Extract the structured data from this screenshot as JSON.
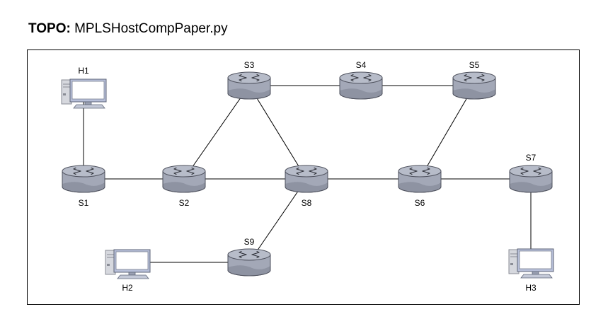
{
  "title": {
    "prefix": "TOPO:",
    "filename": "MPLSHostCompPaper.py"
  },
  "nodes": [
    {
      "id": "H1",
      "kind": "host",
      "label": "H1"
    },
    {
      "id": "H2",
      "kind": "host",
      "label": "H2"
    },
    {
      "id": "H3",
      "kind": "host",
      "label": "H3"
    },
    {
      "id": "S1",
      "kind": "switch",
      "label": "S1"
    },
    {
      "id": "S2",
      "kind": "switch",
      "label": "S2"
    },
    {
      "id": "S3",
      "kind": "switch",
      "label": "S3"
    },
    {
      "id": "S4",
      "kind": "switch",
      "label": "S4"
    },
    {
      "id": "S5",
      "kind": "switch",
      "label": "S5"
    },
    {
      "id": "S6",
      "kind": "switch",
      "label": "S6"
    },
    {
      "id": "S7",
      "kind": "switch",
      "label": "S7"
    },
    {
      "id": "S8",
      "kind": "switch",
      "label": "S8"
    },
    {
      "id": "S9",
      "kind": "switch",
      "label": "S9"
    }
  ],
  "links": [
    [
      "H1",
      "S1"
    ],
    [
      "S1",
      "S2"
    ],
    [
      "S2",
      "S8"
    ],
    [
      "S2",
      "S3"
    ],
    [
      "S3",
      "S4"
    ],
    [
      "S4",
      "S5"
    ],
    [
      "S3",
      "S8"
    ],
    [
      "S8",
      "S6"
    ],
    [
      "S5",
      "S6"
    ],
    [
      "S6",
      "S7"
    ],
    [
      "S7",
      "H3"
    ],
    [
      "S8",
      "S9"
    ],
    [
      "S9",
      "H2"
    ]
  ],
  "colors": {
    "switch_top": "#b7bcc9",
    "switch_body": "#a3a8b7",
    "switch_edge": "#4d505c",
    "monitor_screen": "#ffffff",
    "monitor_frame": "#b7bfd9",
    "tower": "#d6d8de",
    "link": "#000000"
  }
}
